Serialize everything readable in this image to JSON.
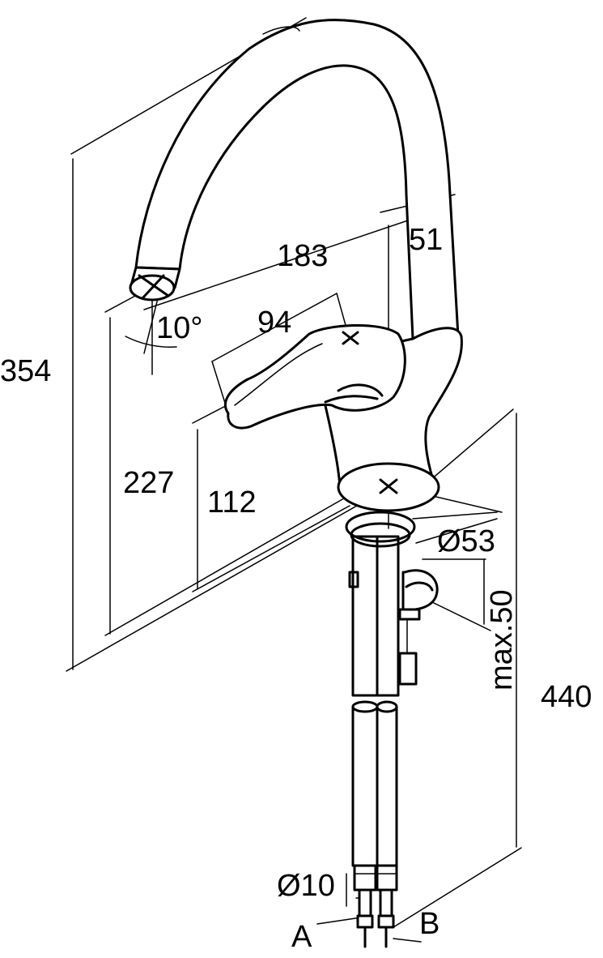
{
  "dimensions": {
    "height_total": "354",
    "spout_reach": "183",
    "spout_width": "51",
    "swivel_angle": "10°",
    "lever_reach": "94",
    "spout_outlet_height": "227",
    "lever_height": "112",
    "base_diameter": "Ø53",
    "max_counter_thickness": "max.50",
    "hose_length": "440",
    "hose_connection": "Ø10"
  },
  "connections": {
    "a": "A",
    "b": "B"
  }
}
